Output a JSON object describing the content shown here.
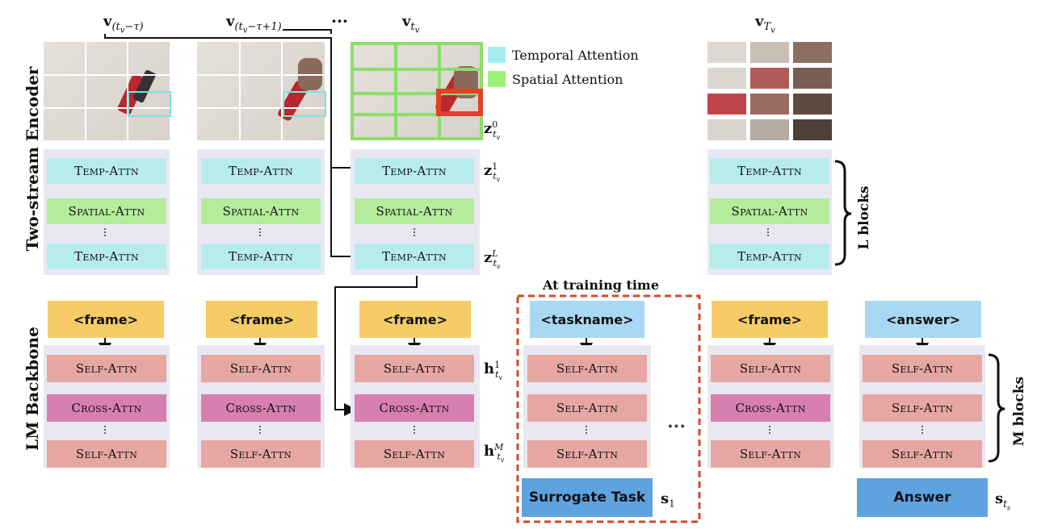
{
  "side_labels": {
    "encoder": "Two-stream  Encoder",
    "backbone": "LM Backbone"
  },
  "frame_labels": {
    "f1": "v(tv−τ)",
    "f2": "v(tv−τ+1)",
    "f3": "vtv",
    "f4": "vTv",
    "ellipsis": "···"
  },
  "legend": {
    "temporal": "Temporal Attention",
    "spatial": "Spatial Attention",
    "temporal_color": "#a6eeee",
    "spatial_color": "#9cf07a"
  },
  "encoder": {
    "temp_attn": "Temp-Attn",
    "spatial_attn": "Spatial-Attn",
    "z0": "z",
    "z1": "z",
    "zL": "z",
    "l_blocks": "L blocks"
  },
  "training_label": "At training time",
  "backbone": {
    "frame_token": "<frame>",
    "taskname_token": "<taskname>",
    "answer_token": "<answer>",
    "self_attn": "Self-Attn",
    "cross_attn": "Cross-Attn",
    "h1": "h",
    "hM": "h",
    "m_blocks": "M blocks",
    "mid_ellipsis": "···"
  },
  "outputs": {
    "surrogate": "Surrogate Task",
    "s1": "s",
    "answer": "Answer",
    "sts": "s"
  },
  "colors": {
    "frame_token": "#f5cb66",
    "token_blue": "#a9d8f5",
    "temp": "#b7ecec",
    "spatial": "#b4ec9c",
    "self": "#e6a7a2",
    "cross": "#d67fb0",
    "task_box": "#5fa2e0",
    "dashed_red": "#d04a2e"
  }
}
